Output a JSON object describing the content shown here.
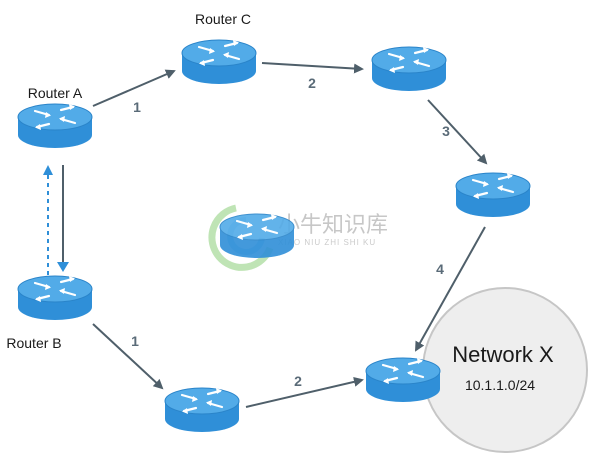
{
  "labels": {
    "router_a": "Router A",
    "router_b": "Router B",
    "router_c": "Router C",
    "network_name": "Network X",
    "network_subnet": "10.1.1.0/24"
  },
  "hop_numbers": {
    "a_to_c": "1",
    "c_to_d": "2",
    "d_to_e": "3",
    "e_to_x": "4",
    "b_to_f": "1",
    "f_to_x": "2"
  },
  "watermark": {
    "title": "小牛知识库",
    "subtitle": "XIAO NIU ZHI SHI KU"
  },
  "colors": {
    "router_body": "#2f8fd8",
    "router_top": "#52abe8",
    "router_edge": "#1c6fb3",
    "arrow": "#4f5f6a",
    "dotted_arrow": "#2f8fd8",
    "network_circle_fill": "#eeeeee",
    "network_circle_stroke": "#c6c6c6"
  },
  "icons": {
    "router": "router-icon",
    "arrow": "arrow-icon"
  }
}
